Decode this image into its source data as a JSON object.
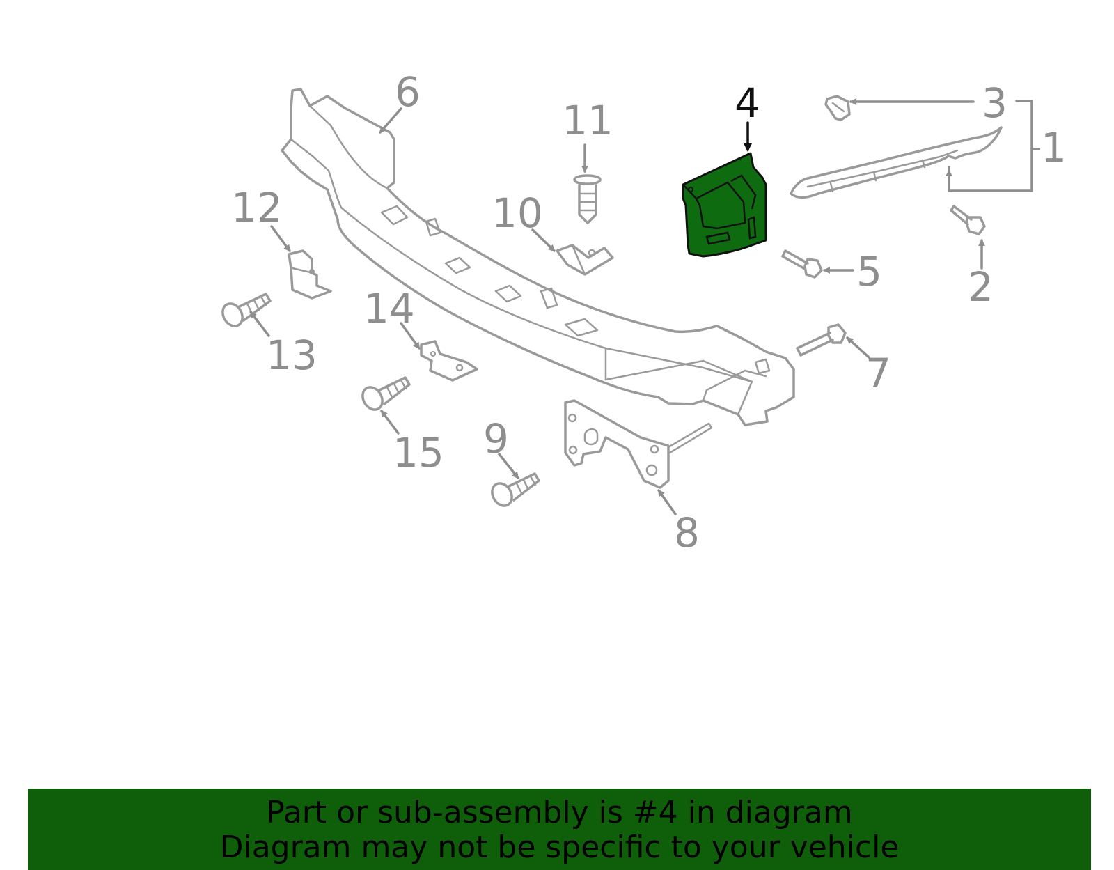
{
  "diagram": {
    "callouts": [
      "1",
      "2",
      "3",
      "4",
      "5",
      "6",
      "7",
      "8",
      "9",
      "10",
      "11",
      "12",
      "13",
      "14",
      "15"
    ],
    "highlighted_callout": "4",
    "colors": {
      "line": "#9a9a9a",
      "label": "#8e8e8e",
      "highlight_fill": "#0f6b0f",
      "highlight_label": "#111111",
      "banner": "#0f5f0a"
    }
  },
  "banner": {
    "line1": "Part or sub-assembly is #4 in diagram",
    "line2": "Diagram may not be specific to your vehicle"
  }
}
